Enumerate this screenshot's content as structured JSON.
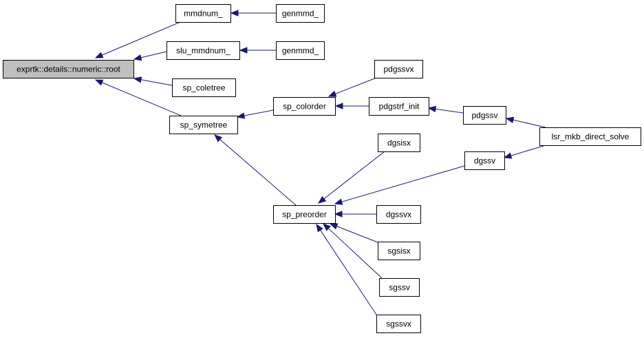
{
  "graph": {
    "edge_color": "#191970",
    "root_fill": "#bfbfbf",
    "node_fill": "#ffffff",
    "nodes": [
      {
        "id": "root",
        "label": "exprtk::details::numeric::root",
        "root": true
      },
      {
        "id": "mmdnum",
        "label": "mmdnum_"
      },
      {
        "id": "slu_mmdnum",
        "label": "slu_mmdnum_"
      },
      {
        "id": "sp_coletree",
        "label": "sp_coletree"
      },
      {
        "id": "sp_symetree",
        "label": "sp_symetree"
      },
      {
        "id": "genmmd1",
        "label": "genmmd_"
      },
      {
        "id": "genmmd2",
        "label": "genmmd_"
      },
      {
        "id": "sp_colorder",
        "label": "sp_colorder"
      },
      {
        "id": "sp_preorder",
        "label": "sp_preorder"
      },
      {
        "id": "pdgssvx",
        "label": "pdgssvx"
      },
      {
        "id": "pdgstrf_init",
        "label": "pdgstrf_init"
      },
      {
        "id": "pdgssv",
        "label": "pdgssv"
      },
      {
        "id": "lsr",
        "label": "lsr_mkb_direct_solve"
      },
      {
        "id": "dgsisx",
        "label": "dgsisx"
      },
      {
        "id": "dgssv",
        "label": "dgssv"
      },
      {
        "id": "dgssvx",
        "label": "dgssvx"
      },
      {
        "id": "sgsisx",
        "label": "sgsisx"
      },
      {
        "id": "sgssv",
        "label": "sgssv"
      },
      {
        "id": "sgssvx",
        "label": "sgssvx"
      }
    ],
    "edges": [
      {
        "from": "mmdnum",
        "to": "root"
      },
      {
        "from": "slu_mmdnum",
        "to": "root"
      },
      {
        "from": "sp_coletree",
        "to": "root"
      },
      {
        "from": "sp_symetree",
        "to": "root"
      },
      {
        "from": "genmmd1",
        "to": "mmdnum"
      },
      {
        "from": "genmmd2",
        "to": "slu_mmdnum"
      },
      {
        "from": "sp_colorder",
        "to": "sp_symetree"
      },
      {
        "from": "sp_preorder",
        "to": "sp_symetree"
      },
      {
        "from": "pdgssvx",
        "to": "sp_colorder"
      },
      {
        "from": "pdgstrf_init",
        "to": "sp_colorder"
      },
      {
        "from": "pdgssv",
        "to": "pdgstrf_init"
      },
      {
        "from": "lsr",
        "to": "pdgssv"
      },
      {
        "from": "lsr",
        "to": "dgssv"
      },
      {
        "from": "dgsisx",
        "to": "sp_preorder"
      },
      {
        "from": "dgssv",
        "to": "sp_preorder"
      },
      {
        "from": "dgssvx",
        "to": "sp_preorder"
      },
      {
        "from": "sgsisx",
        "to": "sp_preorder"
      },
      {
        "from": "sgssv",
        "to": "sp_preorder"
      },
      {
        "from": "sgssvx",
        "to": "sp_preorder"
      }
    ]
  }
}
